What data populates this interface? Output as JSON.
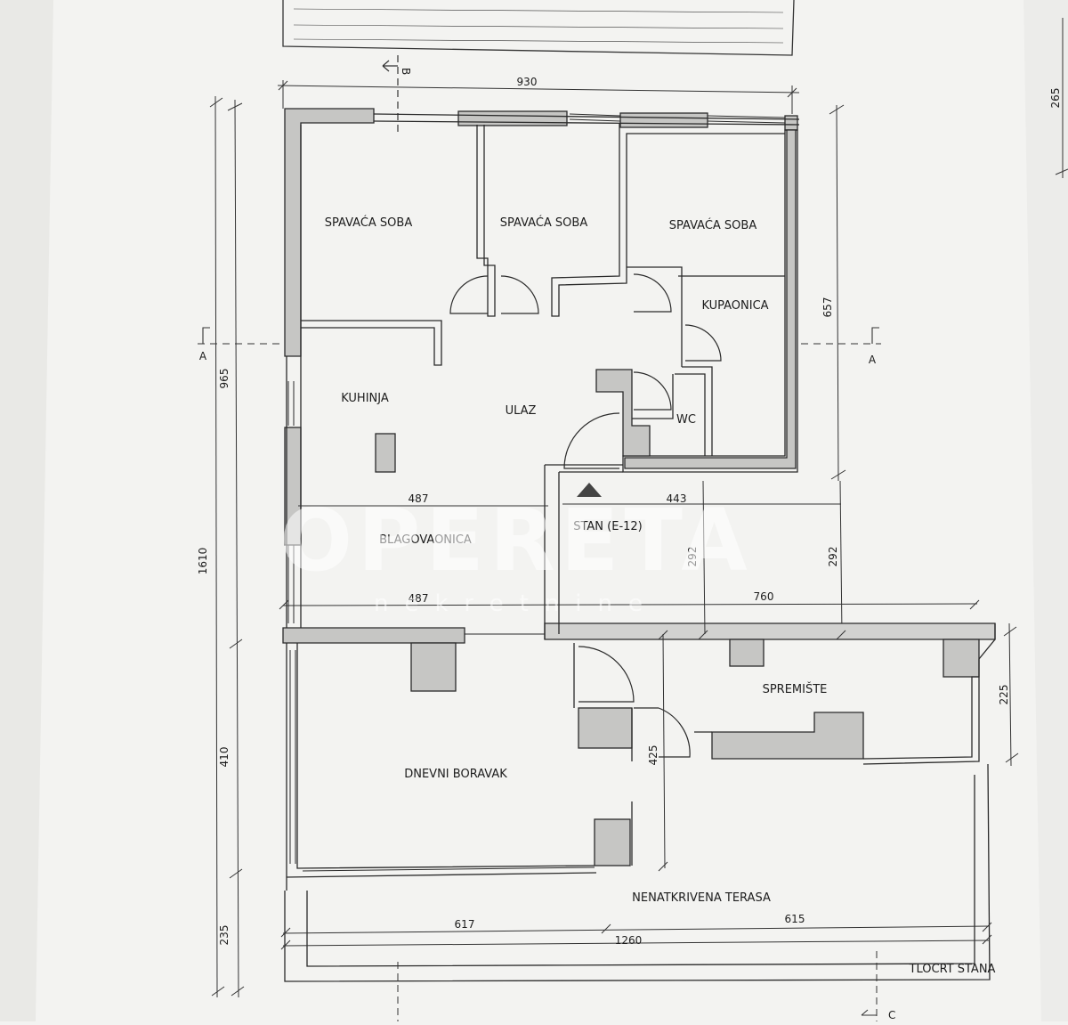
{
  "rooms": {
    "bedroom_1": "SPAVAĆA SOBA",
    "bedroom_2": "SPAVAĆA SOBA",
    "bedroom_3": "SPAVAĆA SOBA",
    "bathroom": "KUPAONICA",
    "kitchen": "KUHINJA",
    "entrance": "ULAZ",
    "wc": "WC",
    "apartment": "STAN (E-12)",
    "dining": "BLAGOVAONICA",
    "storage": "SPREMIŠTE",
    "living": "DNEVNI BORAVAK",
    "terrace": "NENATKRIVENA TERASA"
  },
  "dimensions": {
    "top_width": "930",
    "right_top": "265",
    "right_upper": "657",
    "left_upper": "965",
    "left_total": "1610",
    "left_lower": "410",
    "left_bottom": "235",
    "mid_left_upper": "487",
    "mid_right_upper": "443",
    "mid_left_lower": "487",
    "mid_right_lower": "760",
    "mid_vertical_1": "292",
    "mid_vertical_2": "292",
    "right_lower": "225",
    "stair_vertical": "425",
    "bottom_left": "617",
    "bottom_right": "615",
    "bottom_total": "1260"
  },
  "section_marks": {
    "a_left": "A",
    "a_right": "A",
    "b_top": "B",
    "c_bottom": "C"
  },
  "plan_title": "TLOCRT STANA",
  "watermark": {
    "brand": "OPERETA",
    "sub": "nekretnine"
  }
}
